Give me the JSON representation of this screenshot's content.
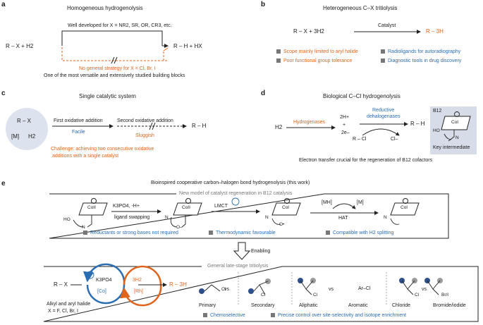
{
  "a": {
    "label": "a",
    "title": "Homogeneous hydrogenolysis",
    "top_note": "Well developed for X = NR2, SR, OR, CR3, etc.",
    "reactants": "R – X  +  H2",
    "products": "R – H  +  HX",
    "no_strategy": "No general strategy for X = Cl, Br, I",
    "caption": "One of the most versatile and extensively studied building blocks"
  },
  "b": {
    "label": "b",
    "title": "Heterogeneous C–X tritiolysis",
    "reactants": "R – X  +  3H2",
    "catalyst": "Catalyst",
    "product": "R – 3H",
    "bullets": [
      "Scope mainly limited to aryl halide",
      "Poor functional group tolerance",
      "Radioligands for autoradiography",
      "Diagnostic tools in drug discovery"
    ]
  },
  "c": {
    "label": "c",
    "title": "Single catalytic system",
    "circle_top": "R – X",
    "circle_m": "[M]",
    "circle_h2": "H2",
    "first": "First oxidative addition",
    "facile": "Facile",
    "second": "Second oxidative addition",
    "sluggish": "Sluggish",
    "product": "R – H",
    "challenge_1": "Challenge: achieving two consecutive oxidative",
    "challenge_2": "additions with a single catalyst"
  },
  "d": {
    "label": "d",
    "title": "Biological C–Cl hydrogenolysis",
    "h2": "H2",
    "hydrogenases": "Hydrogenases",
    "protons": "2H+",
    "plus": "+",
    "electrons": "2e–",
    "reductive_1": "Reductive",
    "reductive_2": "dehalogenases",
    "r_cl": "R – Cl",
    "cl_minus": "Cl–",
    "product": "R – H",
    "b12": "B12",
    "co": "CoI",
    "ho": "HO",
    "n": "N",
    "key": "Key intermediate",
    "caption": "Electron transfer crucial for the regeneration of B12 cofactors"
  },
  "e": {
    "label": "e",
    "title": "Bioinspired cooperative carbon–halogen bond hydrogenolysis (this work)",
    "box1_title": "New model of catalyst regeneration in B12 catalysis",
    "step1_top": "K3PO4, -H+",
    "step1_bottom": "ligand swapping",
    "step2_top": "LMCT",
    "step3_top_left": "[MH]",
    "step3_top_right": "[M]",
    "step3_bottom": "HAT",
    "co_labels": [
      "CoII",
      "CoII",
      "CoI",
      "CoI"
    ],
    "ho": "HO",
    "n": "N",
    "o_minus": "O–",
    "o_rad": "O•",
    "bullets": [
      "Reductants or strong bases not required",
      "Thermodynamic favourable",
      "Compatible with H2 splitting"
    ],
    "enabling": "Enabling",
    "box2_title": "General late-stage tritiolysis",
    "rx": "R – X",
    "k3po4": "K3PO4",
    "co_cat": "[Co]",
    "h2": "3H2",
    "rh_cat": "[Rh]",
    "product": "R – 3H",
    "substrates_1": "Alkyl and aryl halide",
    "substrates_2": "X = F, Cl, Br, I",
    "comparisons": [
      {
        "left": "Primary",
        "vs": "vs",
        "right": "Secondary"
      },
      {
        "left": "Aliphatic",
        "vs": "vs",
        "right": "Aromatic"
      },
      {
        "left": "Chloride",
        "vs": "vs",
        "right": "Bromide/iodide"
      }
    ],
    "ar_cl": "Ar–Cl",
    "cl": "Cl",
    "br_i": "Br/I",
    "bottom_bullets": [
      "Chemoselective",
      "Precise control over site-selectivity and isotope enrichment"
    ]
  },
  "colors": {
    "orange": "#e0641c",
    "blue": "#2a6db3",
    "gray_box": "#d7dde8",
    "dark_dot": "#2d4f8a",
    "gray_dot": "#9a9a9a"
  }
}
